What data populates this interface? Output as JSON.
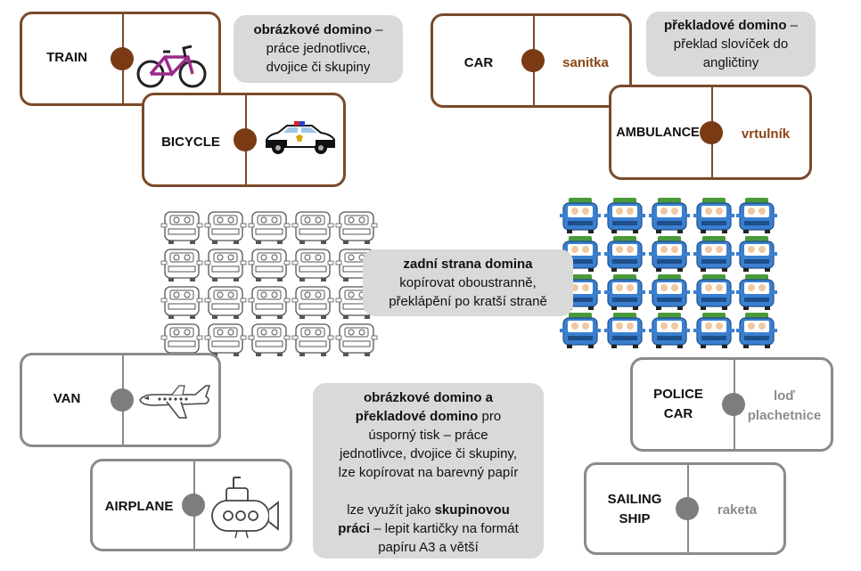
{
  "cards": {
    "train": {
      "word": "TRAIN",
      "picture": "bicycle-icon"
    },
    "bicycle": {
      "word": "BICYCLE",
      "picture": "police-car-icon"
    },
    "car": {
      "word": "CAR",
      "translation": "sanitka"
    },
    "ambulance": {
      "word": "AMBULANCE",
      "translation": "vrtulník"
    },
    "van": {
      "word": "VAN",
      "picture": "airplane-icon"
    },
    "airplane": {
      "word": "AIRPLANE",
      "picture": "submarine-icon"
    },
    "police_car": {
      "word_line1": "POLICE",
      "word_line2": "CAR",
      "translation_line1": "loď",
      "translation_line2": "plachetnice"
    },
    "sailing_ship": {
      "word_line1": "SAILING",
      "word_line2": "SHIP",
      "translation": "raketa"
    }
  },
  "notes": {
    "picture_domino": {
      "bold": "obrázkové domino",
      "text1": " –",
      "line2": "práce jednotlivce,",
      "line3": "dvojice či skupiny"
    },
    "translation_domino": {
      "bold": "překladové domino",
      "text1": " –",
      "line2": "překlad slovíček do",
      "line3": "angličtiny"
    },
    "back_side": {
      "bold": "zadní strana domina",
      "line2": "kopírovat oboustranně,",
      "line3": "překlápění po kratší straně"
    },
    "economical": {
      "bold1": "obrázkové domino a",
      "bold2": "překladové domino",
      "text2": " pro",
      "line3": "úsporný tisk – práce",
      "line4": "jednotlivce, dvojice či skupiny,",
      "line5": "lze kopírovat na barevný papír",
      "line6a": "lze využít jako ",
      "bold6": "skupinovou",
      "bold7": "práci",
      "line7": " – lepit kartičky na formát",
      "line8": "papíru A3 a větší"
    }
  },
  "colors": {
    "brown_border": "#7a4a2a",
    "brown_dot": "#7a3b14",
    "brown_text": "#8b4513",
    "gray_border": "#8a8a8a",
    "gray_text": "#8c8c8c",
    "note_bg": "#d9d9d9"
  }
}
